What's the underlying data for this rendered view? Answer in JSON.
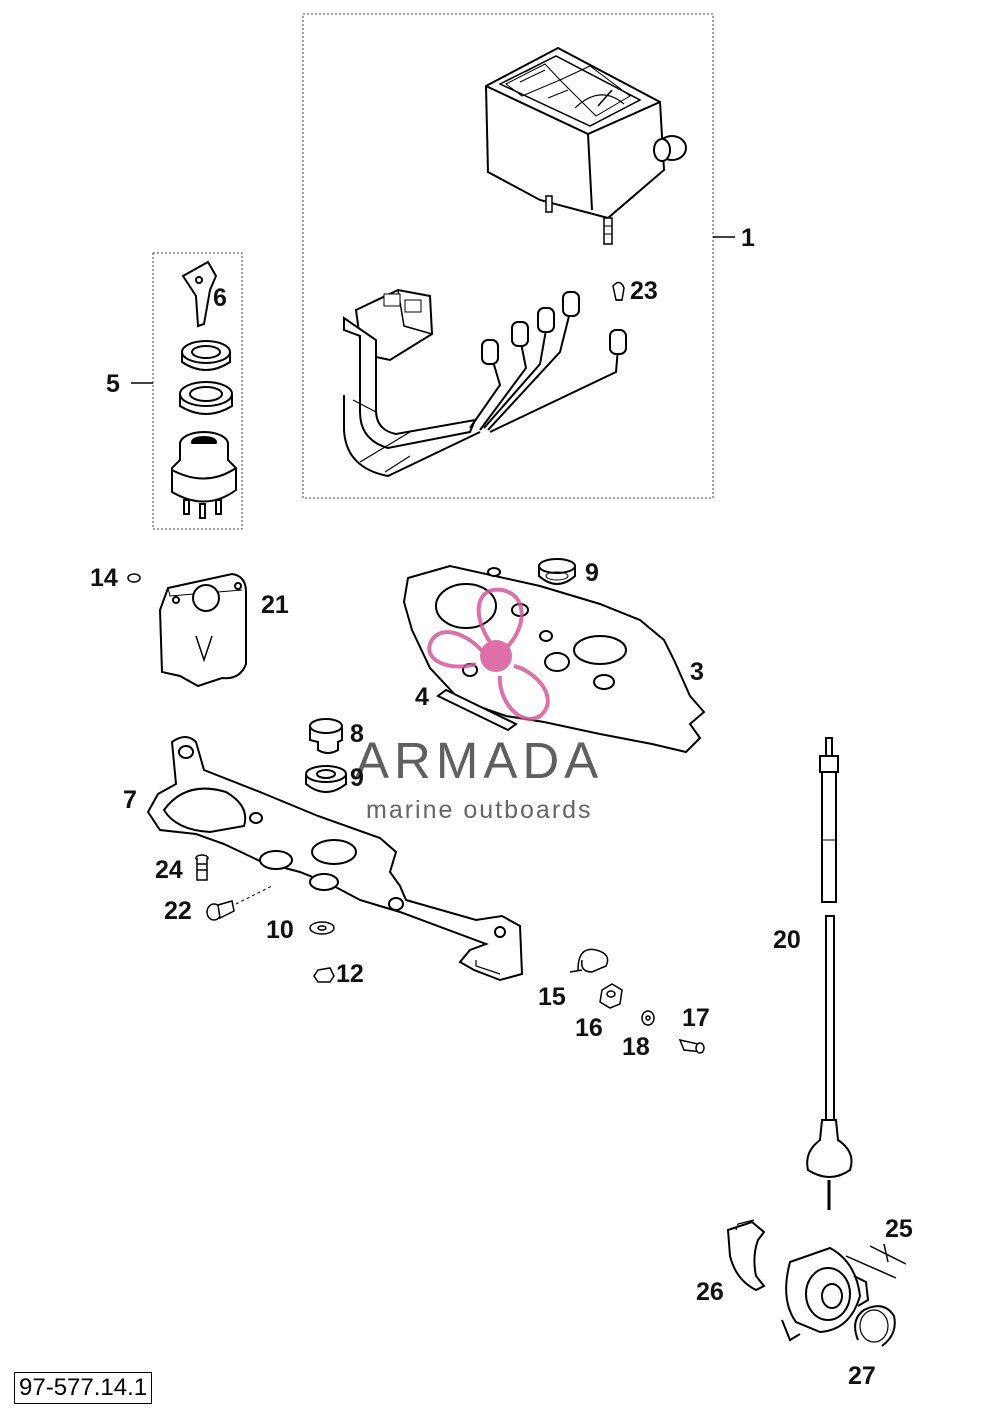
{
  "watermark": {
    "brand": "ARMADA",
    "tagline": "marine outboards",
    "logo_color": "#d9579a",
    "text_color": "#606060"
  },
  "drawing_reference": "97-577.14.1",
  "callouts": {
    "1": "1",
    "3": "3",
    "4": "4",
    "5": "5",
    "6": "6",
    "7": "7",
    "8": "8",
    "9a": "9",
    "9b": "9",
    "10": "10",
    "12": "12",
    "14": "14",
    "15": "15",
    "16": "16",
    "17": "17",
    "18": "18",
    "20": "20",
    "21": "21",
    "22": "22",
    "23": "23",
    "24": "24",
    "25": "25",
    "26": "26",
    "27": "27"
  },
  "parts": [
    {
      "no": "1",
      "name": "speedometer-assembly-with-wiring-harness"
    },
    {
      "no": "3",
      "name": "gasket-plate"
    },
    {
      "no": "4",
      "name": "rubber-strip"
    },
    {
      "no": "5",
      "name": "ignition-lock-set"
    },
    {
      "no": "6",
      "name": "key"
    },
    {
      "no": "7",
      "name": "instrument-bracket"
    },
    {
      "no": "8",
      "name": "rubber-grommet"
    },
    {
      "no": "9",
      "name": "rubber-bushing"
    },
    {
      "no": "10",
      "name": "washer"
    },
    {
      "no": "12",
      "name": "nut"
    },
    {
      "no": "14",
      "name": "cap"
    },
    {
      "no": "15",
      "name": "cable-clip"
    },
    {
      "no": "16",
      "name": "nut"
    },
    {
      "no": "17",
      "name": "screw"
    },
    {
      "no": "18",
      "name": "washer"
    },
    {
      "no": "20",
      "name": "speedometer-cable"
    },
    {
      "no": "21",
      "name": "ignition-lock-cover"
    },
    {
      "no": "22",
      "name": "screw"
    },
    {
      "no": "23",
      "name": "bulb"
    },
    {
      "no": "24",
      "name": "screw"
    },
    {
      "no": "25",
      "name": "speedometer-drive"
    },
    {
      "no": "26",
      "name": "retaining-clip"
    },
    {
      "no": "27",
      "name": "snap-ring"
    }
  ]
}
